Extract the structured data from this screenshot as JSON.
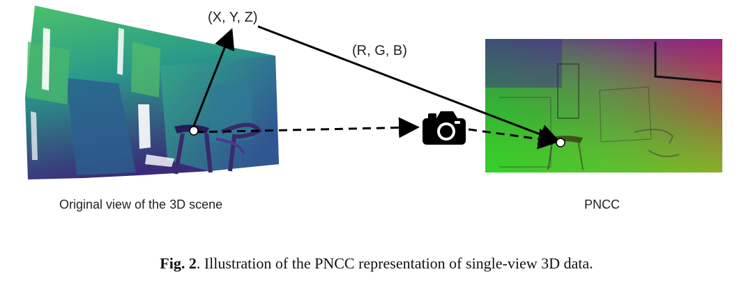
{
  "diagram": {
    "coord_label": "(X, Y, Z)",
    "color_label": "(R, G, B)",
    "left_panel_caption": "Original view of the 3D scene",
    "right_panel_caption": "PNCC",
    "figure_number": "Fig. 2",
    "figure_caption": ". Illustration of the PNCC representation of single-view 3D data.",
    "icons": [
      "camera-icon"
    ],
    "colors": {
      "pointcloud_low": "#3b2a7a",
      "pointcloud_mid": "#2a8a8a",
      "pointcloud_high": "#4cc26a",
      "pncc_tl": "#1b8a3a",
      "pncc_tr": "#e0164a",
      "pncc_bl": "#2fd02f",
      "pncc_br": "#f0a020",
      "pncc_top_left_dark": "#4a2a9a"
    }
  }
}
